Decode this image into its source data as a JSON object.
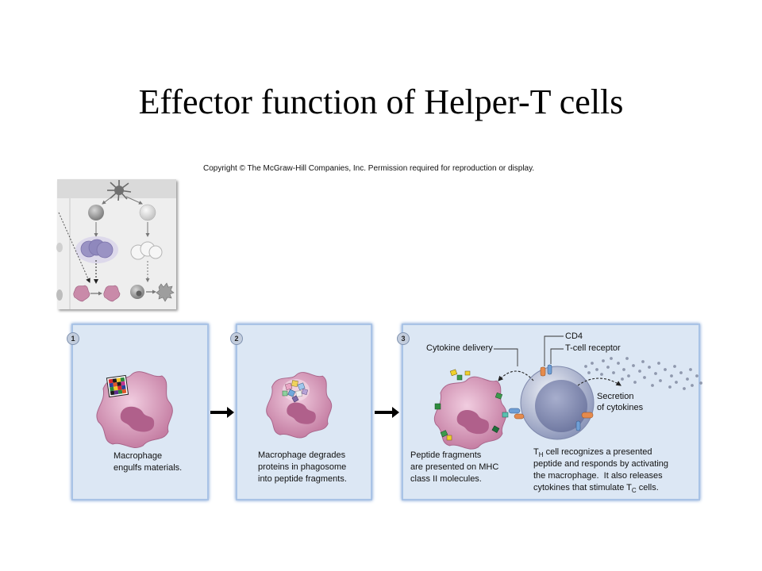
{
  "slide": {
    "title": "Effector function of Helper-T cells",
    "copyright": "Copyright © The McGraw-Hill Companies, Inc. Permission required for reproduction or display."
  },
  "panels": [
    {
      "number": "1",
      "caption": [
        "Macrophage",
        "engulfs materials."
      ]
    },
    {
      "number": "2",
      "caption": [
        "Macrophage degrades",
        "proteins in phagosome",
        "into peptide fragments."
      ]
    },
    {
      "number": "3",
      "caption": [
        "Peptide fragments",
        "are presented on MHC",
        "class II molecules."
      ],
      "th_caption": {
        "l1_pre": "T",
        "l1_sub": "H",
        "l1_post": " cell recognizes a presented",
        "l2": "peptide and responds by activating",
        "l3": "the macrophage.  It also releases",
        "l4_pre": "cytokines that stimulate T",
        "l4_sub": "C",
        "l4_post": " cells."
      },
      "labels": {
        "cytokine_delivery": "Cytokine delivery",
        "cd4": "CD4",
        "t_cell_receptor": "T-cell receptor",
        "secretion": [
          "Secretion",
          "of cytokines"
        ]
      }
    }
  ],
  "colors": {
    "panel_fill": "#dce7f4",
    "panel_border": "#a9c3e6",
    "macrophage": "#d499b6",
    "macrophage_nucleus": "#b0608b",
    "t_cell": "#aab3cf"
  }
}
